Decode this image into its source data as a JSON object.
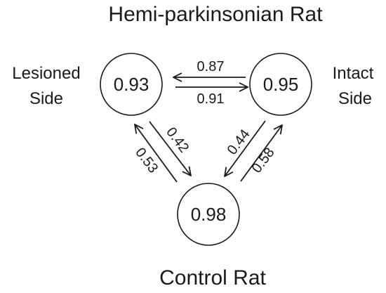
{
  "title_top": "Hemi-parkinsonian Rat",
  "title_bottom": "Control Rat",
  "nodes": {
    "lesioned": {
      "value": "0.93",
      "label_line1": "Lesioned",
      "label_line2": "Side"
    },
    "intact": {
      "value": "0.95",
      "label_line1": "Intact",
      "label_line2": "Side"
    },
    "control": {
      "value": "0.98"
    }
  },
  "edges": {
    "intact_to_lesioned": "0.87",
    "lesioned_to_intact": "0.91",
    "lesioned_to_control": "0.42",
    "control_to_lesioned": "0.53",
    "control_to_intact": "0.44",
    "intact_to_control": "0.58"
  }
}
